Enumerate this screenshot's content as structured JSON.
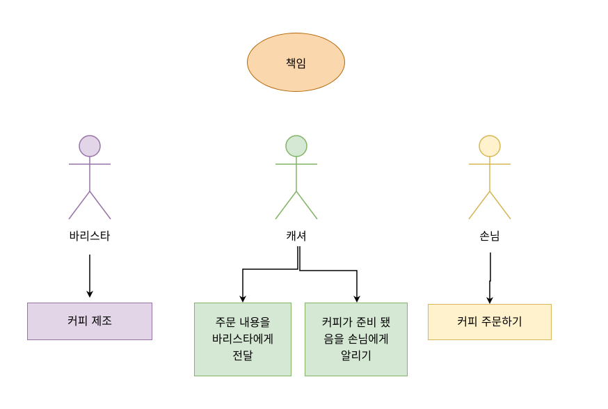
{
  "diagram": {
    "title_ellipse": "책임",
    "actors": [
      {
        "id": "barista",
        "label": "바리스타",
        "fill": "#e1d5e7",
        "stroke": "#9673a6"
      },
      {
        "id": "cashier",
        "label": "캐셔",
        "fill": "#d5e8d4",
        "stroke": "#82b366"
      },
      {
        "id": "customer",
        "label": "손님",
        "fill": "#fff2cc",
        "stroke": "#d6b656"
      }
    ],
    "tasks": [
      {
        "id": "make-coffee",
        "label": "커피 제조",
        "actor": "barista"
      },
      {
        "id": "relay-order",
        "label": "주문 내용을\n바리스타에게\n전달",
        "actor": "cashier"
      },
      {
        "id": "notify-ready",
        "label": "커피가 준비 됐\n음을  손님에게\n알리기",
        "actor": "cashier"
      },
      {
        "id": "order-coffee",
        "label": "커피 주문하기",
        "actor": "customer"
      }
    ],
    "colors": {
      "ellipse_fill": "#fad7ac",
      "ellipse_stroke": "#b46504",
      "arrow": "#000000"
    }
  }
}
